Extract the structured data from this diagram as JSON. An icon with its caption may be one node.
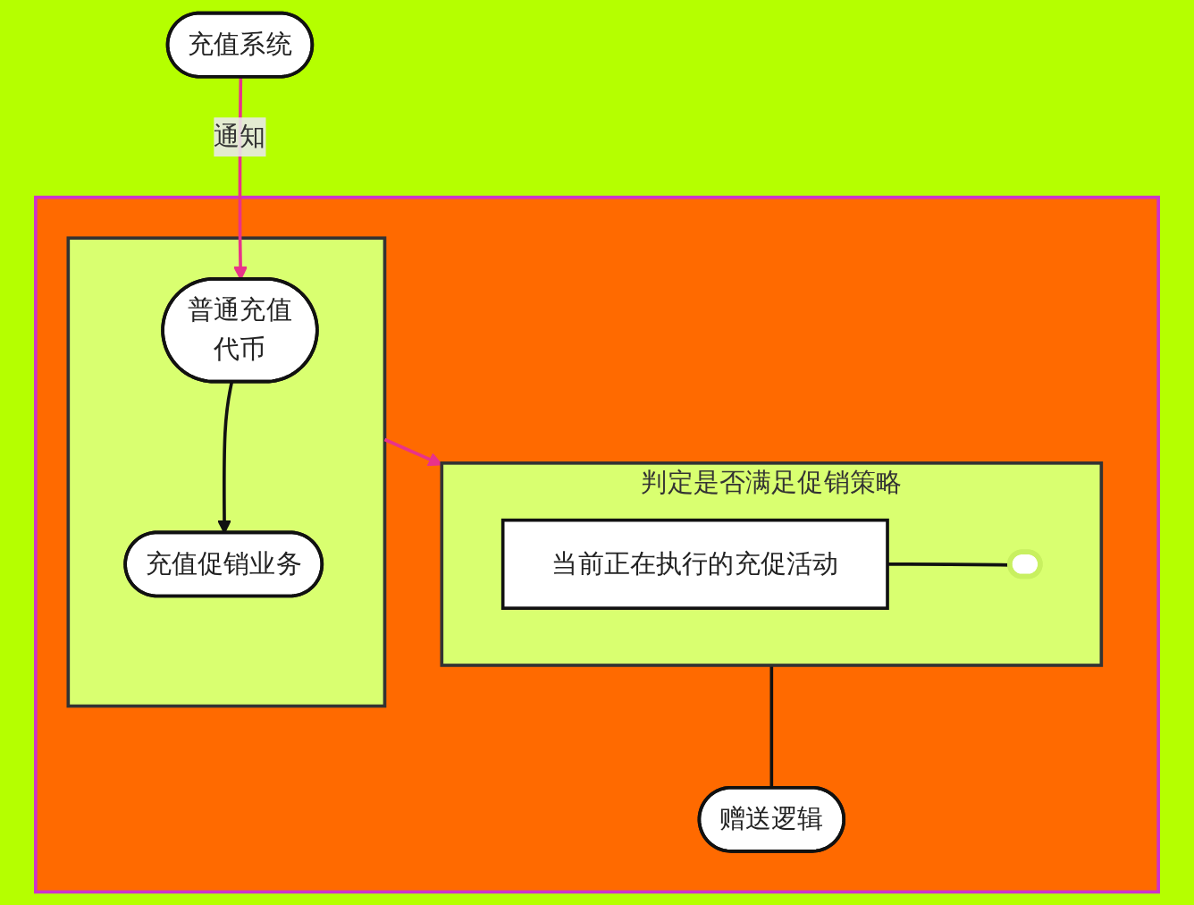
{
  "diagram": {
    "nodes": [
      {
        "text": [],
        "shape": "box"
      },
      {
        "text": [
          "充值系统"
        ]
      },
      {
        "text": [],
        "shape": "box",
        "in": 0
      },
      {
        "text": [
          "普通充值",
          "代币"
        ],
        "in": 2
      },
      {
        "text": [
          "充值促销业务"
        ],
        "in": 2
      },
      {
        "text": [
          "判定是否满足促销策略"
        ],
        "in": 0
      },
      {
        "text": [
          "当前正在执行的充促活动"
        ],
        "in": 5
      },
      {
        "text": [],
        "shape": "ellipse",
        "in": 5
      },
      {
        "text": [
          "赠送逻辑"
        ],
        "in": 0
      }
    ],
    "edges": [
      {
        "from": 1,
        "to": 3,
        "arrow": "to",
        "label": "通知",
        "color": "#e8338a"
      },
      {
        "from": 3,
        "to": 4,
        "arrow": "to"
      },
      {
        "from": 2,
        "to": 5,
        "arrow": "to",
        "color": "#e8338a"
      },
      {
        "from": 6,
        "to": 7,
        "arrow": "none"
      },
      {
        "from": 5,
        "to": 8,
        "arrow": "none"
      }
    ]
  }
}
